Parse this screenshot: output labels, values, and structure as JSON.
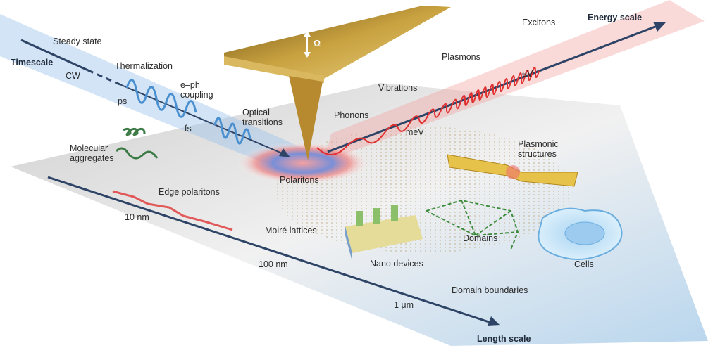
{
  "timescale": {
    "axis_label": "Timescale",
    "regimes": [
      "Steady state",
      "CW",
      "Thermalization",
      "e–ph",
      "coupling",
      "ps",
      "fs",
      "Optical",
      "transitions"
    ]
  },
  "energy": {
    "axis_label": "Energy scale",
    "regimes": [
      "Excitons",
      "Plasmons",
      "eV",
      "Vibrations",
      "Phonons",
      "meV"
    ]
  },
  "tip": {
    "symbol": "Ω"
  },
  "length": {
    "axis_label": "Length scale",
    "ticks": [
      "10 nm",
      "100 nm",
      "1 μm"
    ]
  },
  "systems": {
    "molecular": [
      "Molecular",
      "aggregates"
    ],
    "polaritons": "Polaritons",
    "plasmonic": [
      "Plasmonic",
      "structures"
    ],
    "edge": "Edge polaritons",
    "moire": "Moiré lattices",
    "nano": "Nano devices",
    "domains": "Domains",
    "cells": "Cells",
    "boundaries": "Domain boundaries"
  },
  "colors": {
    "axis": "#2e4466",
    "beam_blue": "#4a90d0",
    "beam_red": "#e03030",
    "gold": "#c9a240"
  }
}
